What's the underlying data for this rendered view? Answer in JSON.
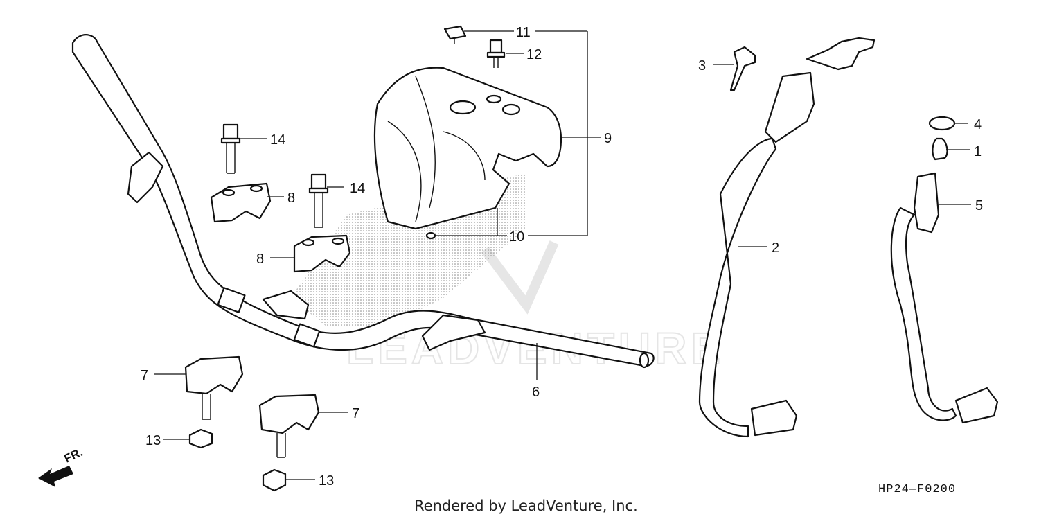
{
  "callouts": [
    {
      "id": "1",
      "text": "1"
    },
    {
      "id": "2",
      "text": "2"
    },
    {
      "id": "3",
      "text": "3"
    },
    {
      "id": "4",
      "text": "4"
    },
    {
      "id": "5",
      "text": "5"
    },
    {
      "id": "6",
      "text": "6"
    },
    {
      "id": "7a",
      "text": "7"
    },
    {
      "id": "7b",
      "text": "7"
    },
    {
      "id": "8a",
      "text": "8"
    },
    {
      "id": "8b",
      "text": "8"
    },
    {
      "id": "9",
      "text": "9"
    },
    {
      "id": "10",
      "text": "10"
    },
    {
      "id": "11",
      "text": "11"
    },
    {
      "id": "12",
      "text": "12"
    },
    {
      "id": "13a",
      "text": "13"
    },
    {
      "id": "13b",
      "text": "13"
    },
    {
      "id": "14a",
      "text": "14"
    },
    {
      "id": "14b",
      "text": "14"
    }
  ],
  "direction_label": "FR.",
  "figure_code": "HP24—F0200",
  "credit": "Rendered by LeadVenture, Inc.",
  "watermark": "LEADVENTURE"
}
